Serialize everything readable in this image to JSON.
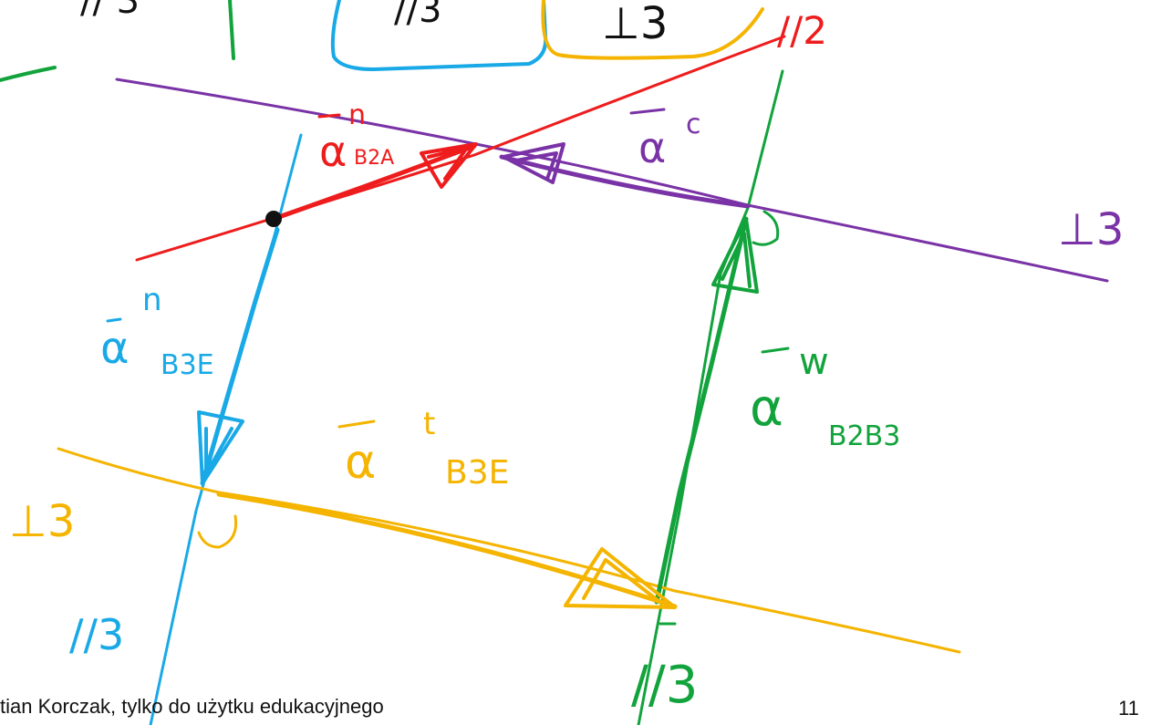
{
  "colors": {
    "green": "#12a33c",
    "blue": "#19a9e6",
    "yellow": "#f4b400",
    "red": "#ee1c1c",
    "purple": "#7a33a6",
    "black": "#111111"
  },
  "top_labels": {
    "green_box": "// 3",
    "blue_box": "//3",
    "yellow_box": "⊥3",
    "red_line": "//2"
  },
  "line_labels": {
    "purple_right": "⊥3",
    "yellow_left": "⊥3",
    "blue_bottom": "//3",
    "green_bottom": "//3"
  },
  "vectors": {
    "red": {
      "symbol": "α",
      "superscript": "n",
      "subscript": "B2A"
    },
    "purple": {
      "symbol": "α",
      "superscript": "c",
      "subscript": ""
    },
    "blue": {
      "symbol": "α",
      "superscript": "n",
      "subscript": "B3E"
    },
    "green": {
      "symbol": "α",
      "superscript": "w",
      "subscript": "B2B3"
    },
    "yellow": {
      "symbol": "α",
      "superscript": "t",
      "subscript": "B3E"
    }
  },
  "icons": [
    "right-angle-mark-icon",
    "point-marker-icon",
    "arrowhead-icon"
  ],
  "footer": {
    "text": "tian Korczak, tylko do użytku edukacyjnego",
    "page_number": "11"
  }
}
